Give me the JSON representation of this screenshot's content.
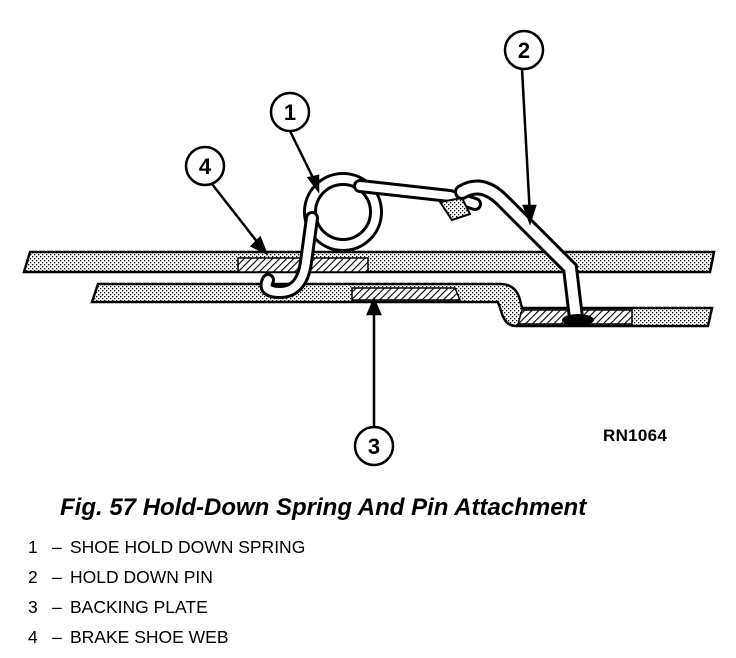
{
  "figure": {
    "caption": "Fig. 57 Hold-Down Spring And Pin Attachment",
    "reference_code": "RN1064"
  },
  "callouts": [
    {
      "number": "1"
    },
    {
      "number": "2"
    },
    {
      "number": "3"
    },
    {
      "number": "4"
    }
  ],
  "legend": [
    {
      "number": "1",
      "separator": "–",
      "label": "SHOE HOLD DOWN SPRING"
    },
    {
      "number": "2",
      "separator": "–",
      "label": "HOLD DOWN PIN"
    },
    {
      "number": "3",
      "separator": "–",
      "label": "BACKING PLATE"
    },
    {
      "number": "4",
      "separator": "–",
      "label": "BRAKE SHOE WEB"
    }
  ]
}
